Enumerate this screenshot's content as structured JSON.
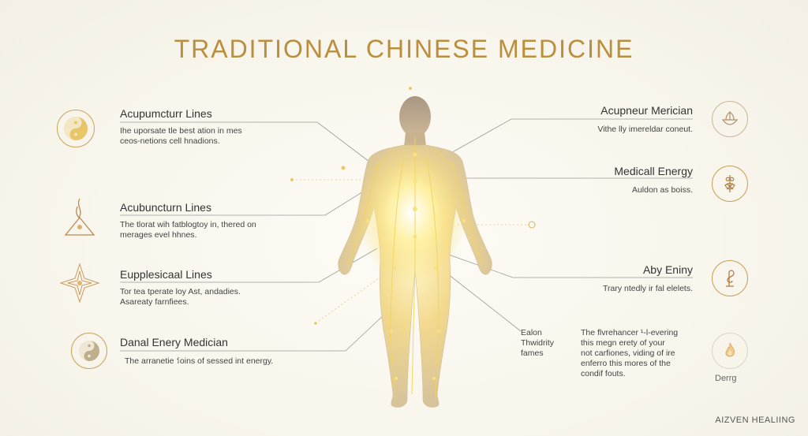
{
  "title": "TRADITIONAL CHINESE MEDICINE",
  "left_items": [
    {
      "heading": "Acupumcturr Lines",
      "lines": [
        "Ihe uporsate tle best ation in mes",
        "ceos-netions cell hnadions."
      ],
      "icon": "yin-yang-icon"
    },
    {
      "heading": "Acubuncturn Lines",
      "lines": [
        "The tlorat wih fatblogtoy in, thered on",
        "merages evel hhnes."
      ],
      "icon": "flame-triangle-icon"
    },
    {
      "heading": "Eupplesicaal Lines",
      "lines": [
        "Tor tea tperate loy Ast, andadies.",
        "Asareaty farnfiees."
      ],
      "icon": "lotus-star-icon"
    },
    {
      "heading": "Danal Enery Medician",
      "lines": [
        "The arranetie ⸶oins of sessed int energy."
      ],
      "icon": "yin-yang-small-icon"
    }
  ],
  "right_items": [
    {
      "heading": "Acupneur Merician",
      "lines": [
        "Vithe lly imereldar coneut."
      ],
      "icon": "herb-bowl-icon"
    },
    {
      "heading": "Medicall Energy",
      "lines": [
        "Auldon as boiss."
      ],
      "icon": "root-plant-icon"
    },
    {
      "heading": "Aby Eniny",
      "lines": [
        "Trary ntedly ir fal elelets."
      ],
      "icon": "spiral-symbol-icon"
    }
  ],
  "center_note": {
    "lines": [
      "Ealon",
      "Thwidrity",
      "fames"
    ]
  },
  "bottom_right_note": {
    "lines": [
      "The flvrehancer ¹-l‑evering",
      "this megn erety of your",
      "not carfiones, viding of ire",
      "enferro this mores of the",
      "condif fouts."
    ]
  },
  "corner_label": "Derrg",
  "brand": "AIZVEN HEALIING",
  "colors": {
    "gold": "#c9a35a",
    "title": "#b98f3e",
    "glow": "#f6e27a",
    "body": "#d9c49a"
  }
}
